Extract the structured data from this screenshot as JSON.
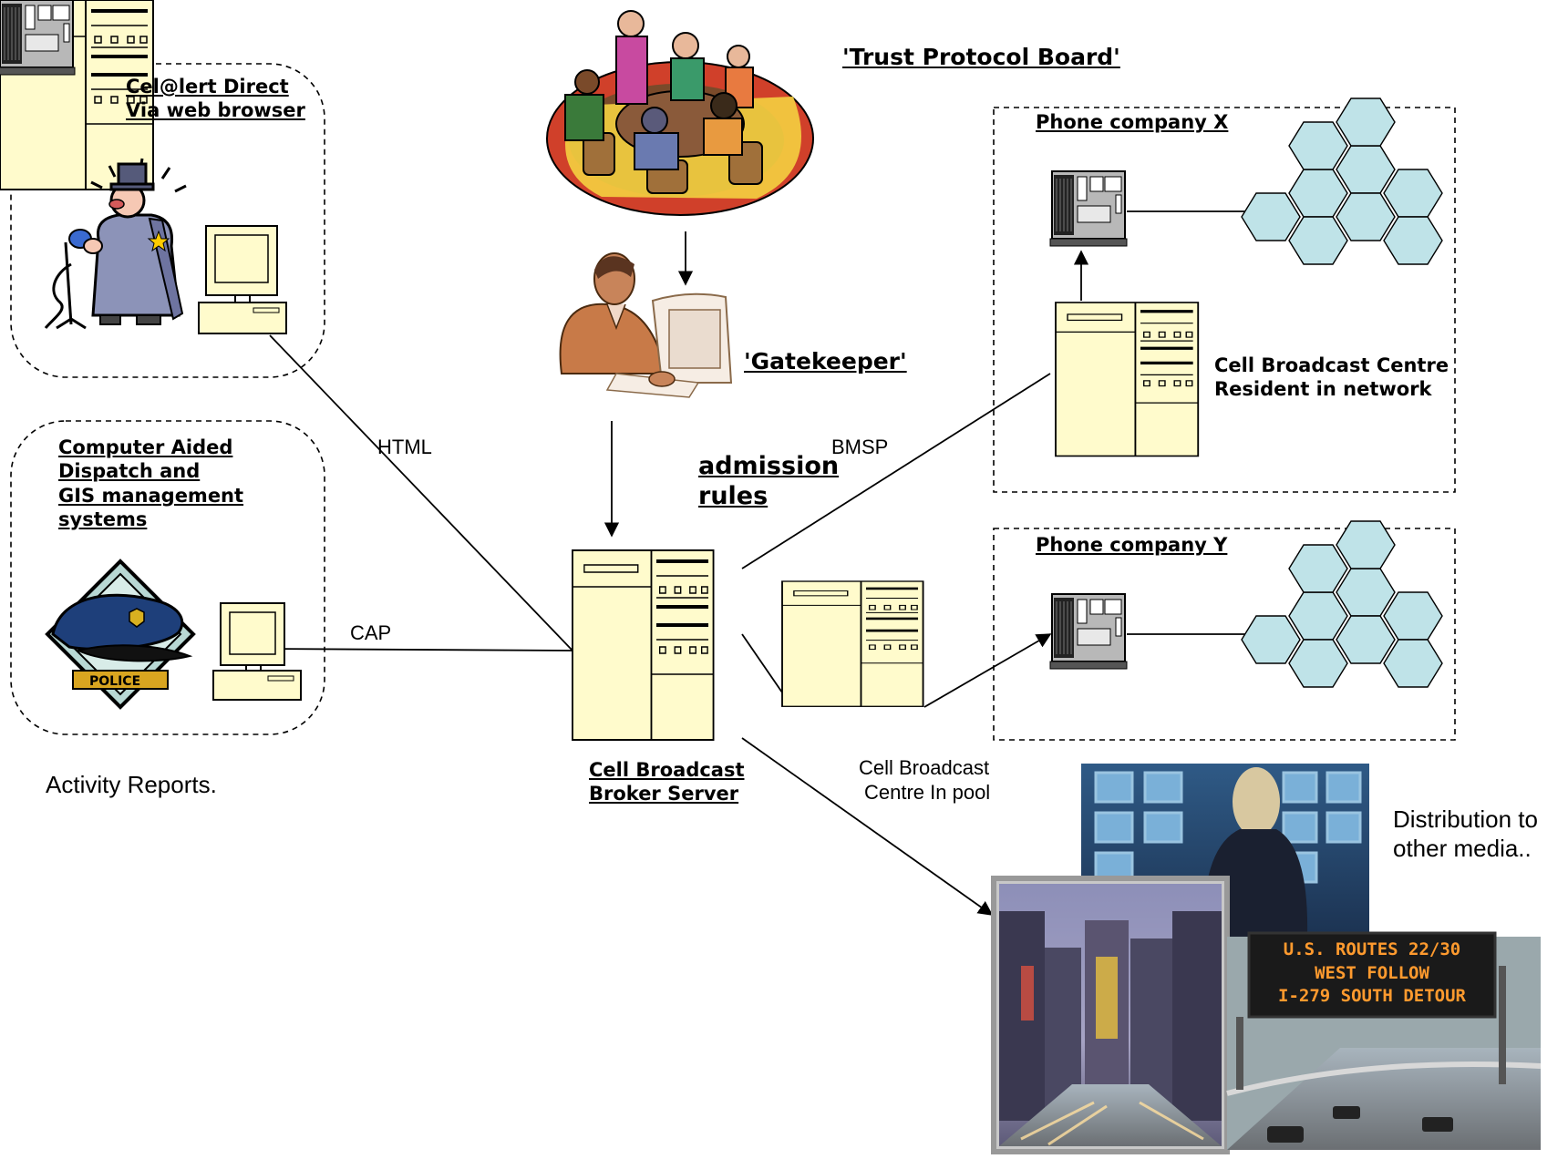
{
  "labels": {
    "trust_board": "'Trust Protocol Board'",
    "gatekeeper": "'Gatekeeper'",
    "admission_rules": [
      "admission",
      "rules"
    ],
    "celert_direct": [
      "Cel@lert Direct",
      "Via web browser"
    ],
    "cad": [
      "Computer Aided",
      "Dispatch and",
      "GIS  management",
      "systems"
    ],
    "activity_reports": "Activity Reports.",
    "police_badge": "POLICE",
    "html": "HTML",
    "cap": "CAP",
    "bmsp": "BMSP",
    "broker_server": [
      "Cell Broadcast",
      "Broker Server"
    ],
    "cbc_pool": [
      "Cell Broadcast",
      "Centre In pool"
    ],
    "phone_x": "Phone company  X",
    "phone_y": "Phone company  Y",
    "cbc_resident": [
      "Cell Broadcast Centre",
      "Resident in network"
    ],
    "distribution": [
      "Distribution to",
      "other media.."
    ],
    "sign_text": [
      "U.S. ROUTES 22/30",
      "WEST FOLLOW",
      "I-279 SOUTH DETOUR"
    ]
  },
  "colors": {
    "server_fill": "#fffbcc",
    "hex_fill": "#bfe3e8",
    "line": "#000000",
    "sign_bg": "#1a1a1a",
    "sign_text": "#ff9a2e"
  },
  "icons": {
    "meeting": "people-meeting-icon",
    "gatekeeper": "person-at-computer-icon",
    "announcer": "announcer-microphone-icon",
    "police": "police-cap-badge-icon",
    "server": "server-rack-icon",
    "switch": "network-switch-icon",
    "cells": "hexagon-cell-network-icon"
  }
}
